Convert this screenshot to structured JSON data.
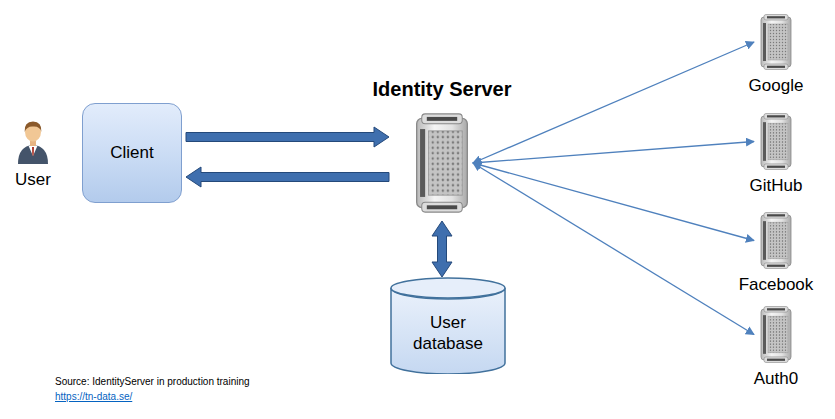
{
  "diagram": {
    "nodes": [
      {
        "text": [
          "User"
        ]
      },
      {
        "text": [
          "Client"
        ]
      },
      {
        "text": [
          "Identity Server"
        ]
      },
      {
        "text": [
          "User database"
        ]
      },
      {
        "text": [
          "Google"
        ]
      },
      {
        "text": [
          "GitHub"
        ]
      },
      {
        "text": [
          "Facebook"
        ]
      },
      {
        "text": [
          "Auth0"
        ]
      }
    ],
    "edges": [
      {
        "from": 1,
        "to": 2,
        "arrow": "to"
      },
      {
        "from": 2,
        "to": 1,
        "arrow": "to"
      },
      {
        "from": 2,
        "to": 3,
        "arrow": "both"
      },
      {
        "from": 2,
        "to": 4,
        "arrow": "both"
      },
      {
        "from": 2,
        "to": 5,
        "arrow": "both"
      },
      {
        "from": 2,
        "to": 6,
        "arrow": "both"
      },
      {
        "from": 2,
        "to": 7,
        "arrow": "both"
      }
    ],
    "labels": [
      "Source: IdentityServer in production training",
      "https://tn-data.se/"
    ]
  }
}
